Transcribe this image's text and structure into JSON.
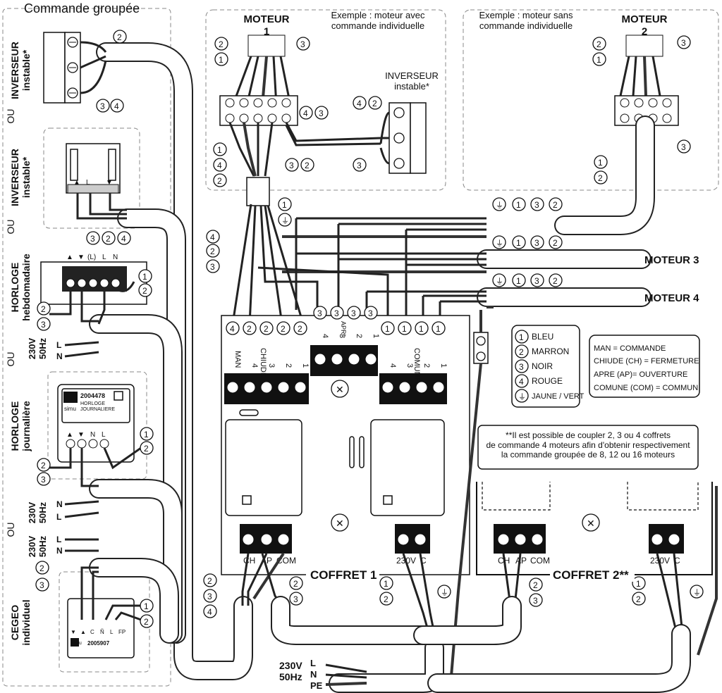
{
  "title": "Commande groupée",
  "left_column": {
    "inverseur1": "INVERSEUR\ninstable*",
    "ou1": "OU",
    "inverseur2": "INVERSEUR\ninstable*",
    "ou2": "OU",
    "horloge_hebdo": "HORLOGE\nhebdomadaire",
    "ou3": "OU",
    "horloge_jour": "HORLOGE\njournalière",
    "ou4": "OU",
    "cegeo": "CEGEO\nindividuel",
    "power_1": "230V\n50Hz",
    "power_2": "230V\n50Hz",
    "power_3": "230V\n50Hz",
    "L": "L",
    "N": "N",
    "hebdo_terminals": [
      "▲",
      "▼",
      "(L)",
      "L",
      "N"
    ],
    "jour_terminals": [
      "▲",
      "▼",
      "N",
      "L"
    ],
    "inv_terminals": [
      "▲",
      "L",
      "▼"
    ],
    "horloge_product_code": "2004478",
    "horloge_product_name": "HORLOGE\nJOURNALIERE",
    "cegeo_product_code": "2005907",
    "cegeo_terminals": [
      "▼",
      "▲",
      "C",
      "Ñ",
      "L",
      "FP"
    ],
    "brand": "simu"
  },
  "moteur1": {
    "title": "MOTEUR\n1",
    "example": "Exemple : moteur avec\ncommande individuelle",
    "inverseur": "INVERSEUR\ninstable*"
  },
  "moteur2": {
    "title": "MOTEUR\n2",
    "example": "Exemple : moteur sans\ncommande individuelle"
  },
  "moteur3": "MOTEUR 3",
  "moteur4": "MOTEUR 4",
  "coffret1": {
    "label": "COFFRET 1",
    "left_block_labels": [
      "MAN",
      "4",
      "3",
      "2",
      "1"
    ],
    "left_group": "CHIUDE",
    "mid_block_labels": [
      "4",
      "3",
      "2",
      "1"
    ],
    "mid_group": "APRI",
    "right_block_labels": [
      "4",
      "3",
      "2",
      "1"
    ],
    "right_group": "COMUNE",
    "bottom_left": [
      "CH",
      "AP",
      "COM"
    ],
    "bottom_right": [
      "230V",
      "C"
    ]
  },
  "coffret2": {
    "label": "COFFRET 2**",
    "bottom_left": [
      "CH",
      "AP",
      "COM"
    ],
    "bottom_right": [
      "230V",
      "C"
    ]
  },
  "main_power": {
    "voltage": "230V\n50Hz",
    "lines": [
      "L",
      "N",
      "PE"
    ]
  },
  "legend_colors": [
    {
      "num": "1",
      "label": "BLEU"
    },
    {
      "num": "2",
      "label": "MARRON"
    },
    {
      "num": "3",
      "label": "NOIR"
    },
    {
      "num": "4",
      "label": "ROUGE"
    },
    {
      "num": "⏚",
      "label": "JAUNE / VERT"
    }
  ],
  "legend_terms": [
    "MAN = COMMANDE",
    "CHIUDE (CH) = FERMETURE",
    "APRE (AP)= OUVERTURE",
    "COMUNE (COM) = COMMUN"
  ],
  "note": "**Il est possible de coupler 2, 3 ou 4 coffrets\nde commande 4 moteurs afin d'obtenir respectivement\nla commande groupée de 8, 12 ou 16 moteurs"
}
